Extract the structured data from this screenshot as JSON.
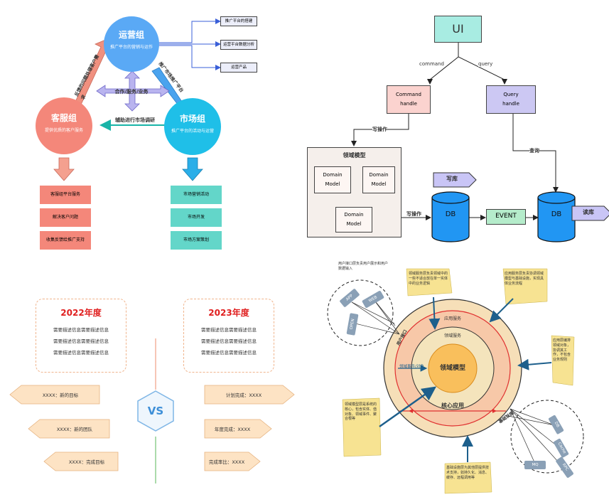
{
  "org": {
    "ops": {
      "title": "运营组",
      "sub": "推广平台的营销与运作",
      "color": "#5aa9f5"
    },
    "service": {
      "title": "客服组",
      "sub": "提供优质的客户服务",
      "color": "#f4877a"
    },
    "market": {
      "title": "市场组",
      "sub": "推广平台的活动与运营",
      "color": "#1fbfe8"
    },
    "ops_tasks": [
      "推广平台的搭建",
      "运营平台数据分析",
      "运营产品"
    ],
    "service_tasks": [
      "客服组平台服务",
      "解决客户问题",
      "收集反馈给推广支持"
    ],
    "market_tasks": [
      "市场营销活动",
      "市场开发",
      "市场方案策划"
    ],
    "center_label": "合作/服务/业务",
    "arrow_service_ops": "反馈的问题处理客户需求",
    "arrow_ops_market": "推广市场推广平台",
    "arrow_market_service": "辅助进行市场调研"
  },
  "cqrs": {
    "ui": "UI",
    "command": "command",
    "query": "query",
    "command_handle": [
      "Command",
      "handle"
    ],
    "query_handle": [
      "Query",
      "handle"
    ],
    "domain_title": "领域模型",
    "domain_models": [
      [
        "Domain",
        "Model"
      ],
      [
        "Domain",
        "Model"
      ],
      [
        "Domain",
        "Model"
      ]
    ],
    "write_label": "写操作",
    "query_label": "查询",
    "db": "DB",
    "event": "EVENT",
    "write_db_tag": "写库",
    "read_db_tag": "读库"
  },
  "compare": {
    "year_a": "2022年度",
    "year_b": "2023年度",
    "text_a": [
      "需要描述信息需要描述信息",
      "需要描述信息需要描述信息",
      "需要描述信息需要描述信息"
    ],
    "text_b": [
      "需要描述信息需要描述信息",
      "需要描述信息需要描述信息",
      "需要描述信息需要描述信息"
    ],
    "vs": "VS",
    "left_items": [
      "XXXX：新的目标",
      "XXXX：新的团队",
      "XXXX：完成目标"
    ],
    "right_items": [
      "计划完成：XXXX",
      "年度完成：XXXX",
      "完成率比：XXXX"
    ]
  },
  "onion": {
    "clients": [
      "APP",
      "WEB",
      "OPEN"
    ],
    "infra": [
      "DB",
      "MQ",
      "Cache",
      "RPC"
    ],
    "layer_user": "用户接口",
    "layer_app": "应用服务",
    "layer_domain_service": "领域服务",
    "layer_domain_event": "领域事件/对象",
    "core": "领域模型",
    "core_app": "核心应用",
    "layer_infra": "基础设施",
    "note_top_left": "用户接口层负责用户展示和用户数据输入",
    "note_top": "领域服务层负责领域中的一些不适合放在单一实体中的业务逻辑",
    "note_top_right": "应用服务层负责协调领域模型与基础设施，实现具体业务流程",
    "note_right": "应用层编排领域对象，协调其工作，不包含业务规则",
    "note_left": "领域模型层是系统的核心，包含实体、值对象、领域事件、聚合根等",
    "note_bottom": "基础设施层为其他层提供技术支持，如持久化、消息、缓存、远程调用等"
  }
}
